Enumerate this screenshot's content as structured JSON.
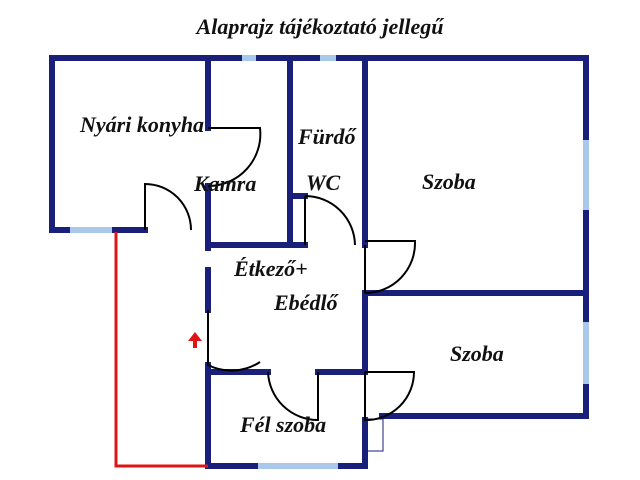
{
  "title": "Alaprajz tájékoztató jellegű",
  "rooms": {
    "nyari_konyha": "Nyári konyha",
    "kamra": "Kamra",
    "furdo": "Fürdő",
    "wc": "WC",
    "szoba_large": "Szoba",
    "etkezo_line1": "Étkező+",
    "etkezo_line2": "Ebédlő",
    "szoba_small": "Szoba",
    "fel_szoba": "Fél szoba"
  },
  "colors": {
    "wall": "#1a1f7a",
    "window": "#a9c8ea",
    "fence": "#e01414",
    "door": "#000000",
    "entrance_arrow": "#e01414"
  },
  "icons": {
    "entrance": "arrow-up-icon"
  }
}
